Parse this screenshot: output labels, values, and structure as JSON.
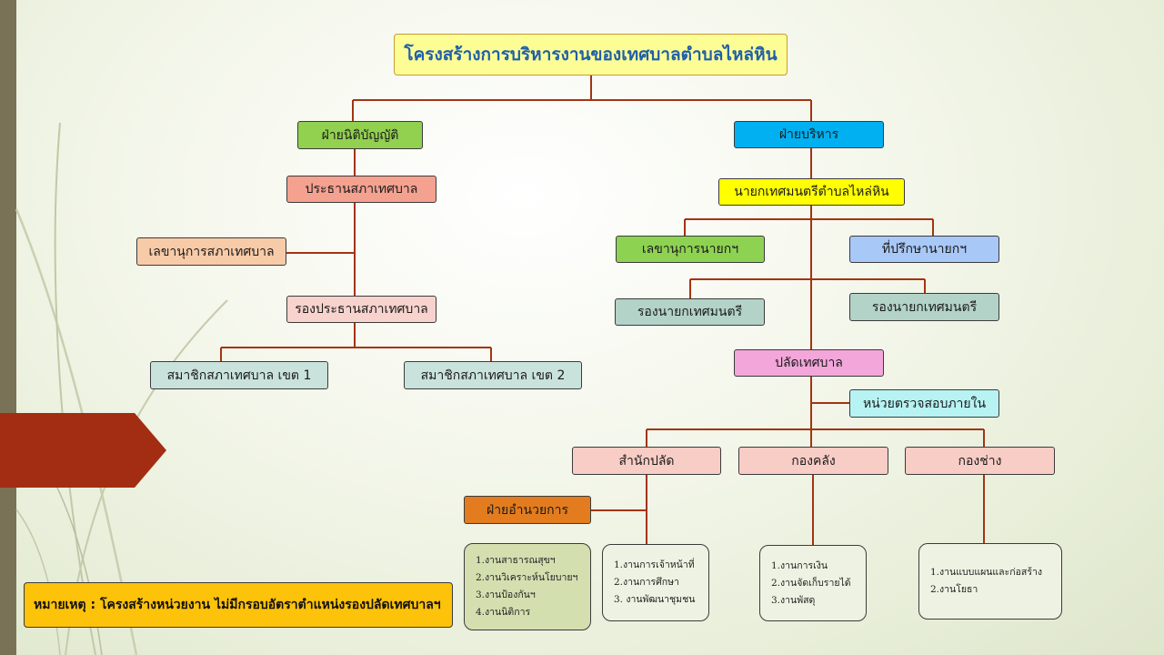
{
  "title": "โครงสร้างการบริหารงานของเทศบาลตำบลไหล่หิน",
  "legislative": {
    "head": "ฝ่ายนิติบัญญัติ",
    "chairman": "ประธานสภาเทศบาล",
    "secretary": "เลขานุการสภาเทศบาล",
    "vice_chairman": "รองประธานสภาเทศบาล",
    "member_zone1": "สมาชิกสภาเทศบาล เขต 1",
    "member_zone2": "สมาชิกสภาเทศบาล เขต 2"
  },
  "executive": {
    "head": "ฝ่ายบริหาร",
    "mayor": "นายกเทศมนตรีตำบลไหล่หิน",
    "mayor_secretary": "เลขานุการนายกฯ",
    "mayor_advisor": "ที่ปรึกษานายกฯ",
    "deputy_mayor_1": "รองนายกเทศมนตรี",
    "deputy_mayor_2": "รองนายกเทศมนตรี",
    "clerk": "ปลัดเทศบาล",
    "internal_audit": "หน่วยตรวจสอบภายใน"
  },
  "divisions": {
    "clerk_office": "สำนักปลัด",
    "finance": "กองคลัง",
    "engineering": "กองช่าง",
    "admin_section": "ฝ่ายอำนวยการ"
  },
  "tasks": {
    "admin_section": [
      "1.งานสาธารณสุขฯ",
      "2.งานวิเคราะห์นโยบายฯ",
      "3.งานป้องกันฯ",
      "4.งานนิติการ"
    ],
    "clerk_office": [
      "1.งานการเจ้าหน้าที่",
      "2.งานการศึกษา",
      "3. งานพัฒนาชุมชน"
    ],
    "finance": [
      "1.งานการเงิน",
      "2.งานจัดเก็บรายได้",
      "3.งานพัสดุ"
    ],
    "engineering": [
      "1.งานแบบแผนและก่อสร้าง",
      "2.งานโยธา"
    ]
  },
  "note": "หมายเหตุ : โครงสร้างหน่วยงาน ไม่มีกรอบอัตราตำแหน่งรองปลัดเทศบาลฯ",
  "colors": {
    "title_fill": "#fdfd96",
    "legislative_head": "#92d050",
    "executive_head": "#00b0f0",
    "mayor": "#ffff00",
    "secretary_mayor": "#8ed252",
    "advisor": "#a8c8f7",
    "chairman": "#f4a190",
    "legislative_secretary": "#f8cba8",
    "vice_chairman": "#f8d3cd",
    "member": "#c9e2dc",
    "deputy_mayor": "#b3d3c8",
    "clerk": "#f3a6da",
    "internal_audit": "#b7f3f3",
    "division": "#f8cdc6",
    "admin_section": "#e37c1e",
    "task_admin": "#d4dfb0",
    "task_other": "#eef2e2",
    "connector": "#a33412",
    "note": "#fdc20a",
    "arrow": "#a32d12",
    "strip": "#7a7257"
  }
}
